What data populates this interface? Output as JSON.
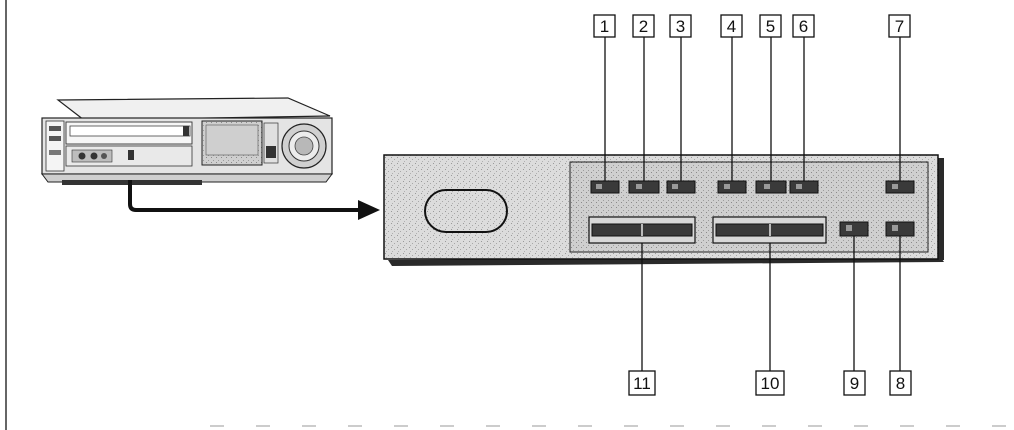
{
  "callouts": {
    "c1": "1",
    "c2": "2",
    "c3": "3",
    "c4": "4",
    "c5": "5",
    "c6": "6",
    "c7": "7",
    "c8": "8",
    "c9": "9",
    "c10": "10",
    "c11": "11"
  },
  "colors": {
    "ink": "#111111",
    "panel_fill": "#d6d6d6",
    "panel_shadow": "#2a2a2a",
    "button_fill": "#3a3a3a",
    "vcr_body": "#e2e2e2"
  },
  "icons": {
    "vcr": "vcr-device-icon",
    "arrow": "connection-arrow-icon",
    "panel": "remote-panel-icon"
  }
}
